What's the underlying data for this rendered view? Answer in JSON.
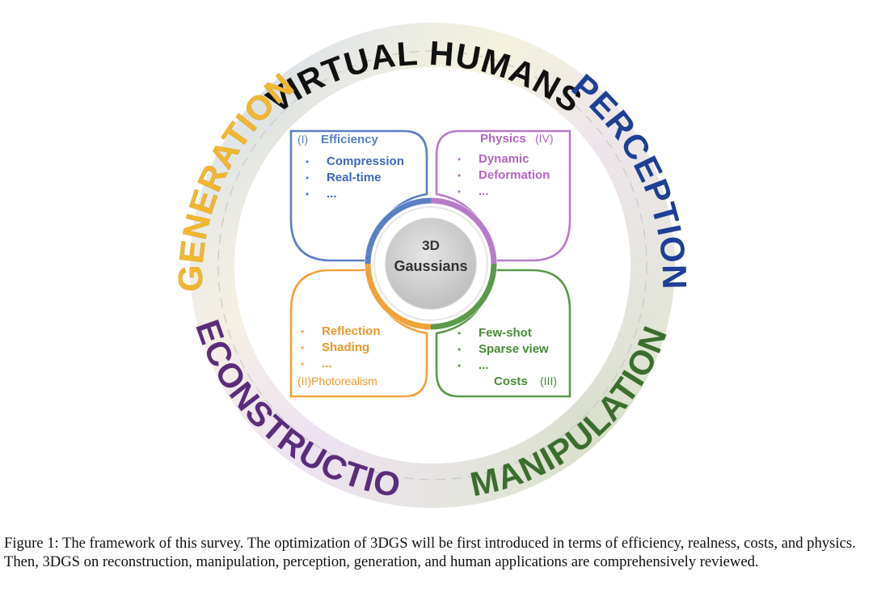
{
  "ring_labels": {
    "top": "VIRTUAL HUMANS",
    "left": "GENERATION",
    "right": "PERCEPTION",
    "bottom_left": "RECONSTRUCTION",
    "bottom_right": "MANIPULATION"
  },
  "center": {
    "line1": "3D",
    "line2": "Gaussians"
  },
  "petals": {
    "efficiency": {
      "numeral": "(I)",
      "title": "Efficiency",
      "items": [
        "Compression",
        "Real-time",
        "..."
      ]
    },
    "physics": {
      "title": "Physics",
      "numeral": "(IV)",
      "items": [
        "Dynamic",
        "Deformation",
        "..."
      ]
    },
    "photorealism": {
      "items": [
        "Reflection",
        "Shading",
        "..."
      ],
      "footer": "(II)Photorealism"
    },
    "costs": {
      "items": [
        "Few-shot",
        "Sparse view",
        "..."
      ],
      "footer_title": "Costs",
      "footer_numeral": "(III)"
    }
  },
  "colors": {
    "efficiency": "#5b7fc4",
    "physics": "#b67cc7",
    "photorealism": "#f0a23a",
    "costs": "#5a9a4a",
    "reconstruction_text": "#5a2d7a",
    "manipulation_text": "#3b6e2e",
    "perception_text": "#1f3f96",
    "generation_text": "#f2b630",
    "virtual_humans_text": "#111111"
  },
  "caption": "Figure 1: The framework of this survey. The optimization of 3DGS will be first introduced in terms of efficiency, realness, costs, and physics. Then, 3DGS on reconstruction, manipulation, perception, generation, and human applications are comprehensively reviewed."
}
